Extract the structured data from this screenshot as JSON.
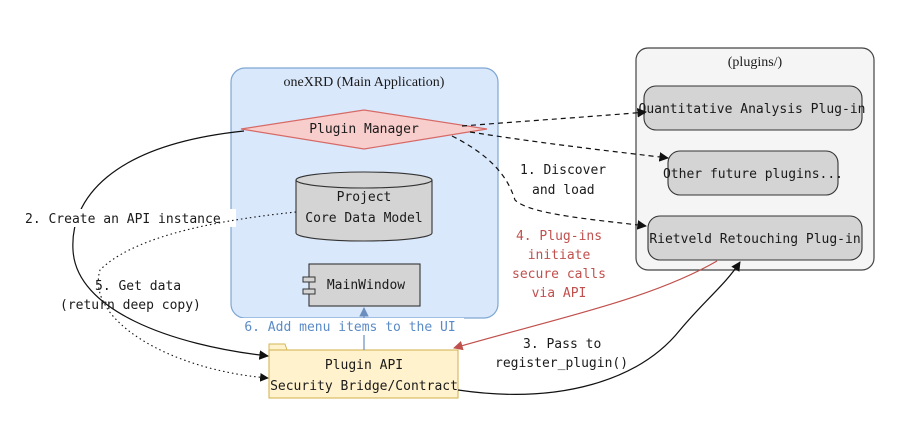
{
  "diagram": {
    "main_app": {
      "title": "oneXRD (Main Application)"
    },
    "plugin_manager": {
      "label": "Plugin Manager"
    },
    "core_model": {
      "line1": "Project",
      "line2": "Core Data Model"
    },
    "main_window": {
      "label": "MainWindow"
    },
    "plugins_folder": {
      "title": "(plugins/)"
    },
    "plugins": [
      {
        "label": "Quantitative Analysis Plug-in"
      },
      {
        "label": "Other future plugins..."
      },
      {
        "label": "Rietveld Retouching Plug-in"
      }
    ],
    "plugin_api": {
      "line1": "Plugin API",
      "line2": "Security Bridge/Contract"
    },
    "edges": {
      "discover": {
        "line1": "1. Discover",
        "line2": "and load"
      },
      "create_api": {
        "label": "2. Create an API instance"
      },
      "register": {
        "line1": "3. Pass to",
        "line2": "register_plugin()"
      },
      "secure_calls": {
        "line1": "4. Plug-ins",
        "line2": "initiate",
        "line3": "secure calls",
        "line4": "via API"
      },
      "get_data": {
        "line1": "5. Get data",
        "line2": "(return deep copy)"
      },
      "menu_items": {
        "label": "6. Add menu items to the UI"
      }
    },
    "colors": {
      "main_app_fill": "#dae8fc",
      "main_app_stroke": "#7ea6d3",
      "diamond_fill": "#f8cecc",
      "diamond_stroke": "#d66a66",
      "node_fill": "#d4d4d4",
      "folder_fill": "#f5f5f5",
      "api_fill": "#fff2cc",
      "api_stroke": "#d6b656",
      "red_edge": "#c0504d",
      "blue_edge": "#6c8ebf"
    }
  }
}
